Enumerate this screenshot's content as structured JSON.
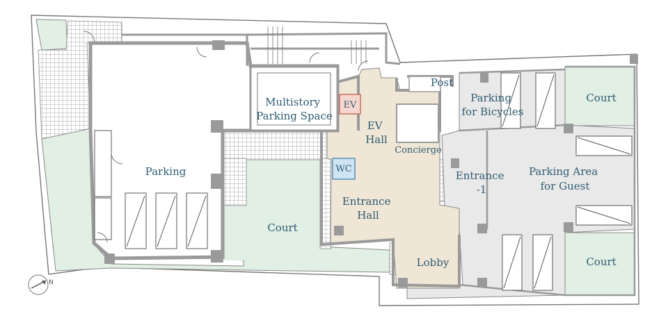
{
  "labels": {
    "parking": "Parking",
    "multistory": [
      "Multistory",
      "Parking Space"
    ],
    "ev": "EV",
    "ev_hall": [
      "EV",
      "Hall"
    ],
    "post": "Post",
    "bicycles": [
      "Parking",
      "for Bicycles"
    ],
    "court_ne": "Court",
    "concierge": "Concierge",
    "wc": "WC",
    "entrance": [
      "Entrance",
      "-1"
    ],
    "guest": [
      "Parking Area",
      "for Guest"
    ],
    "entrance_hall": [
      "Entrance",
      "Hall"
    ],
    "court_center": "Court",
    "lobby": "Lobby",
    "court_se": "Court"
  },
  "compass": {
    "north_label": "N"
  },
  "colors": {
    "garden": "#e1efe4",
    "hall": "#efe6d6",
    "grey_area": "#e9e9e9",
    "wall": "#9a9a9a",
    "ev_fill": "#f6d7cf",
    "wc_fill": "#cfe4f2",
    "text": "#2f5b72"
  }
}
